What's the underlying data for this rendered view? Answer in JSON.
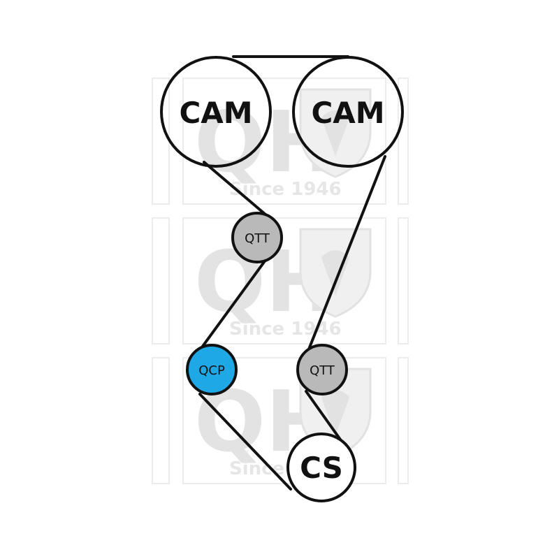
{
  "watermark": {
    "brand": "QH",
    "since": "Since 1946",
    "color": "#e3e3e3"
  },
  "colors": {
    "belt": "#111111",
    "pulley_fill": "#ffffff",
    "idler_fill": "#b9b9b9",
    "pump_fill": "#1ea8e6"
  },
  "pulleys": {
    "cam_left": {
      "label": "CAM"
    },
    "cam_right": {
      "label": "CAM"
    },
    "crankshaft": {
      "label": "CS"
    }
  },
  "idlers": {
    "qtt_upper": {
      "label": "QTT"
    },
    "qtt_lower": {
      "label": "QTT"
    },
    "qcp": {
      "label": "QCP"
    }
  }
}
